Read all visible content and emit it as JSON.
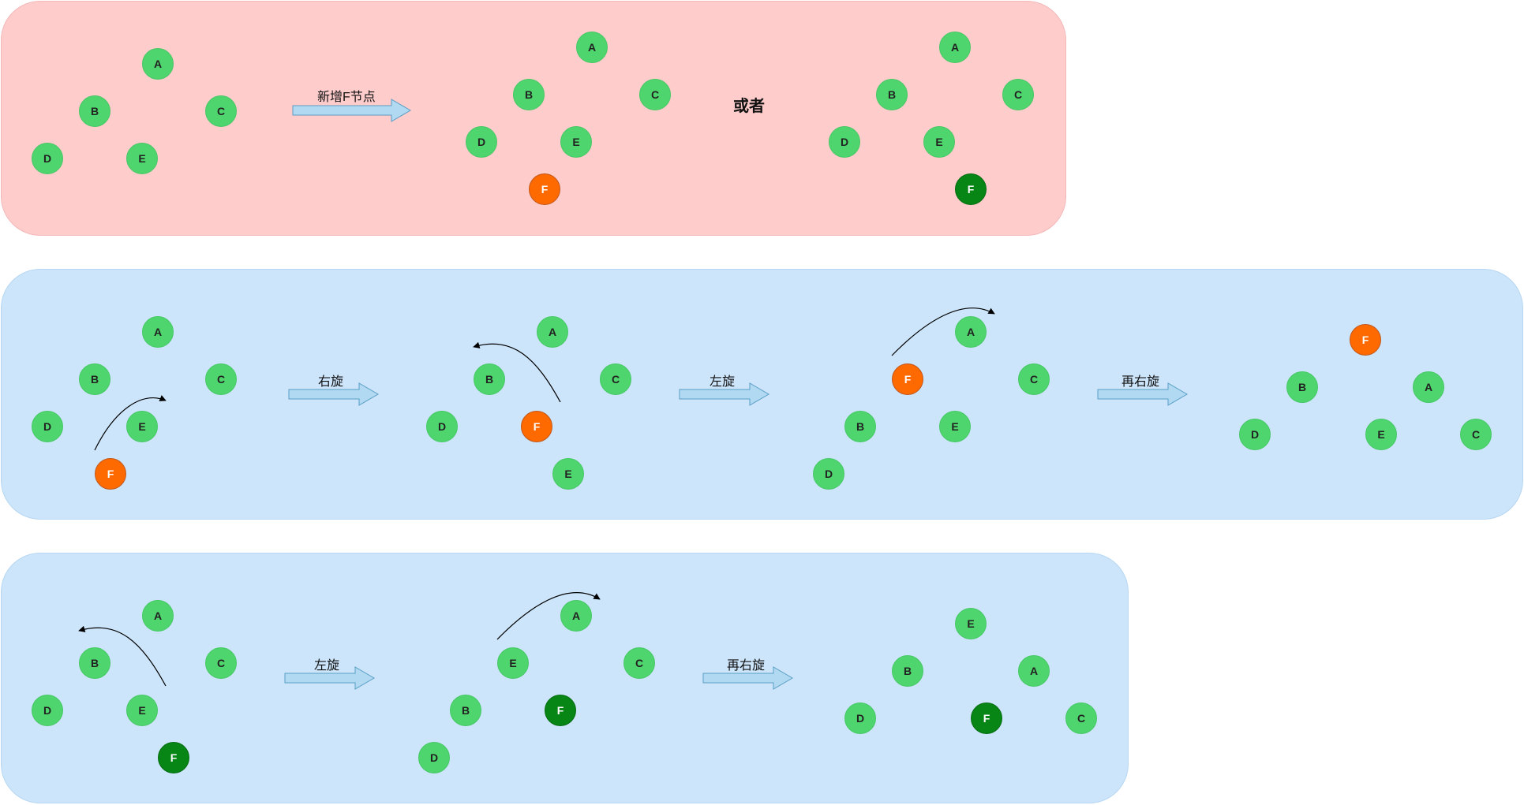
{
  "colors": {
    "node_green": "#4fd56e",
    "node_orange": "#ff6a00",
    "node_dark_green": "#078515",
    "panel_pink": "#ffcccc",
    "panel_blue": "#cce5fb",
    "arrow_fill": "#b1d9f2"
  },
  "panel1": {
    "arrow_label": "新增F节点",
    "or_label": "或者",
    "tree1": {
      "A": "A",
      "B": "B",
      "C": "C",
      "D": "D",
      "E": "E"
    },
    "tree2": {
      "A": "A",
      "B": "B",
      "C": "C",
      "D": "D",
      "E": "E",
      "F": "F"
    },
    "tree3": {
      "A": "A",
      "B": "B",
      "C": "C",
      "D": "D",
      "E": "E",
      "F": "F"
    }
  },
  "panel2": {
    "arrow1_label": "右旋",
    "arrow2_label": "左旋",
    "arrow3_label": "再右旋",
    "tree1": {
      "A": "A",
      "B": "B",
      "C": "C",
      "D": "D",
      "E": "E",
      "F": "F"
    },
    "tree2": {
      "A": "A",
      "B": "B",
      "C": "C",
      "D": "D",
      "E": "E",
      "F": "F"
    },
    "tree3": {
      "A": "A",
      "B": "B",
      "C": "C",
      "D": "D",
      "E": "E",
      "F": "F"
    },
    "tree4": {
      "A": "A",
      "B": "B",
      "C": "C",
      "D": "D",
      "E": "E",
      "F": "F"
    }
  },
  "panel3": {
    "arrow1_label": "左旋",
    "arrow2_label": "再右旋",
    "tree1": {
      "A": "A",
      "B": "B",
      "C": "C",
      "D": "D",
      "E": "E",
      "F": "F"
    },
    "tree2": {
      "A": "A",
      "B": "B",
      "C": "C",
      "D": "D",
      "E": "E",
      "F": "F"
    },
    "tree3": {
      "A": "A",
      "B": "B",
      "C": "C",
      "D": "D",
      "E": "E",
      "F": "F"
    }
  }
}
